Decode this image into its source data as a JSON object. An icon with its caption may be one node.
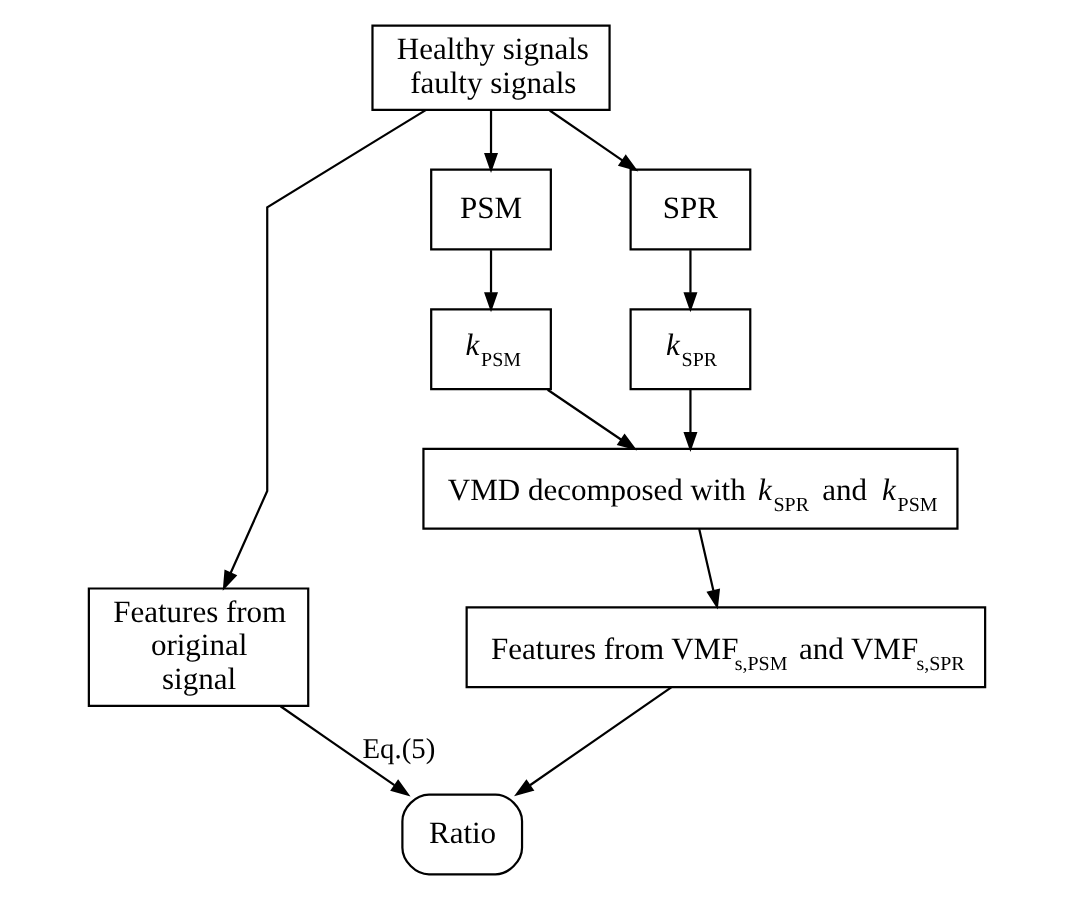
{
  "diagram": {
    "nodes": [
      {
        "text": [
          "Healthy signals faulty signals"
        ]
      },
      {
        "text": [
          "SPR"
        ]
      },
      {
        "text": [
          "PSM"
        ]
      },
      {
        "text": [
          "*k*$_{SPR}$"
        ]
      },
      {
        "text": [
          "*k*$_{PSM}$"
        ]
      },
      {
        "text": [
          "VMD decomposed with *k*$_{SPR}$ and *k*$_{PSM}$"
        ]
      },
      {
        "text": [
          "Features from original signal"
        ]
      },
      {
        "text": [
          "Features from VMF$_{s,PSM}$ and VMF$_{s,SPR}$"
        ]
      },
      {
        "text": [
          "Ratio"
        ]
      }
    ],
    "edges": [
      {
        "from": 0,
        "to": 6,
        "arrow": "to"
      },
      {
        "from": 0,
        "to": 1,
        "arrow": "to"
      },
      {
        "from": 0,
        "to": 2,
        "arrow": "to"
      },
      {
        "from": 1,
        "to": 3,
        "arrow": "to"
      },
      {
        "from": 2,
        "to": 4,
        "arrow": "to"
      },
      {
        "from": 3,
        "to": 5,
        "arrow": "to"
      },
      {
        "from": 4,
        "to": 5,
        "arrow": "to"
      },
      {
        "from": 5,
        "to": 7,
        "arrow": "to"
      },
      {
        "from": 6,
        "to": 8,
        "arrow": "to",
        "label": "Eq.(5)"
      },
      {
        "from": 7,
        "to": 8,
        "arrow": "to"
      }
    ]
  }
}
